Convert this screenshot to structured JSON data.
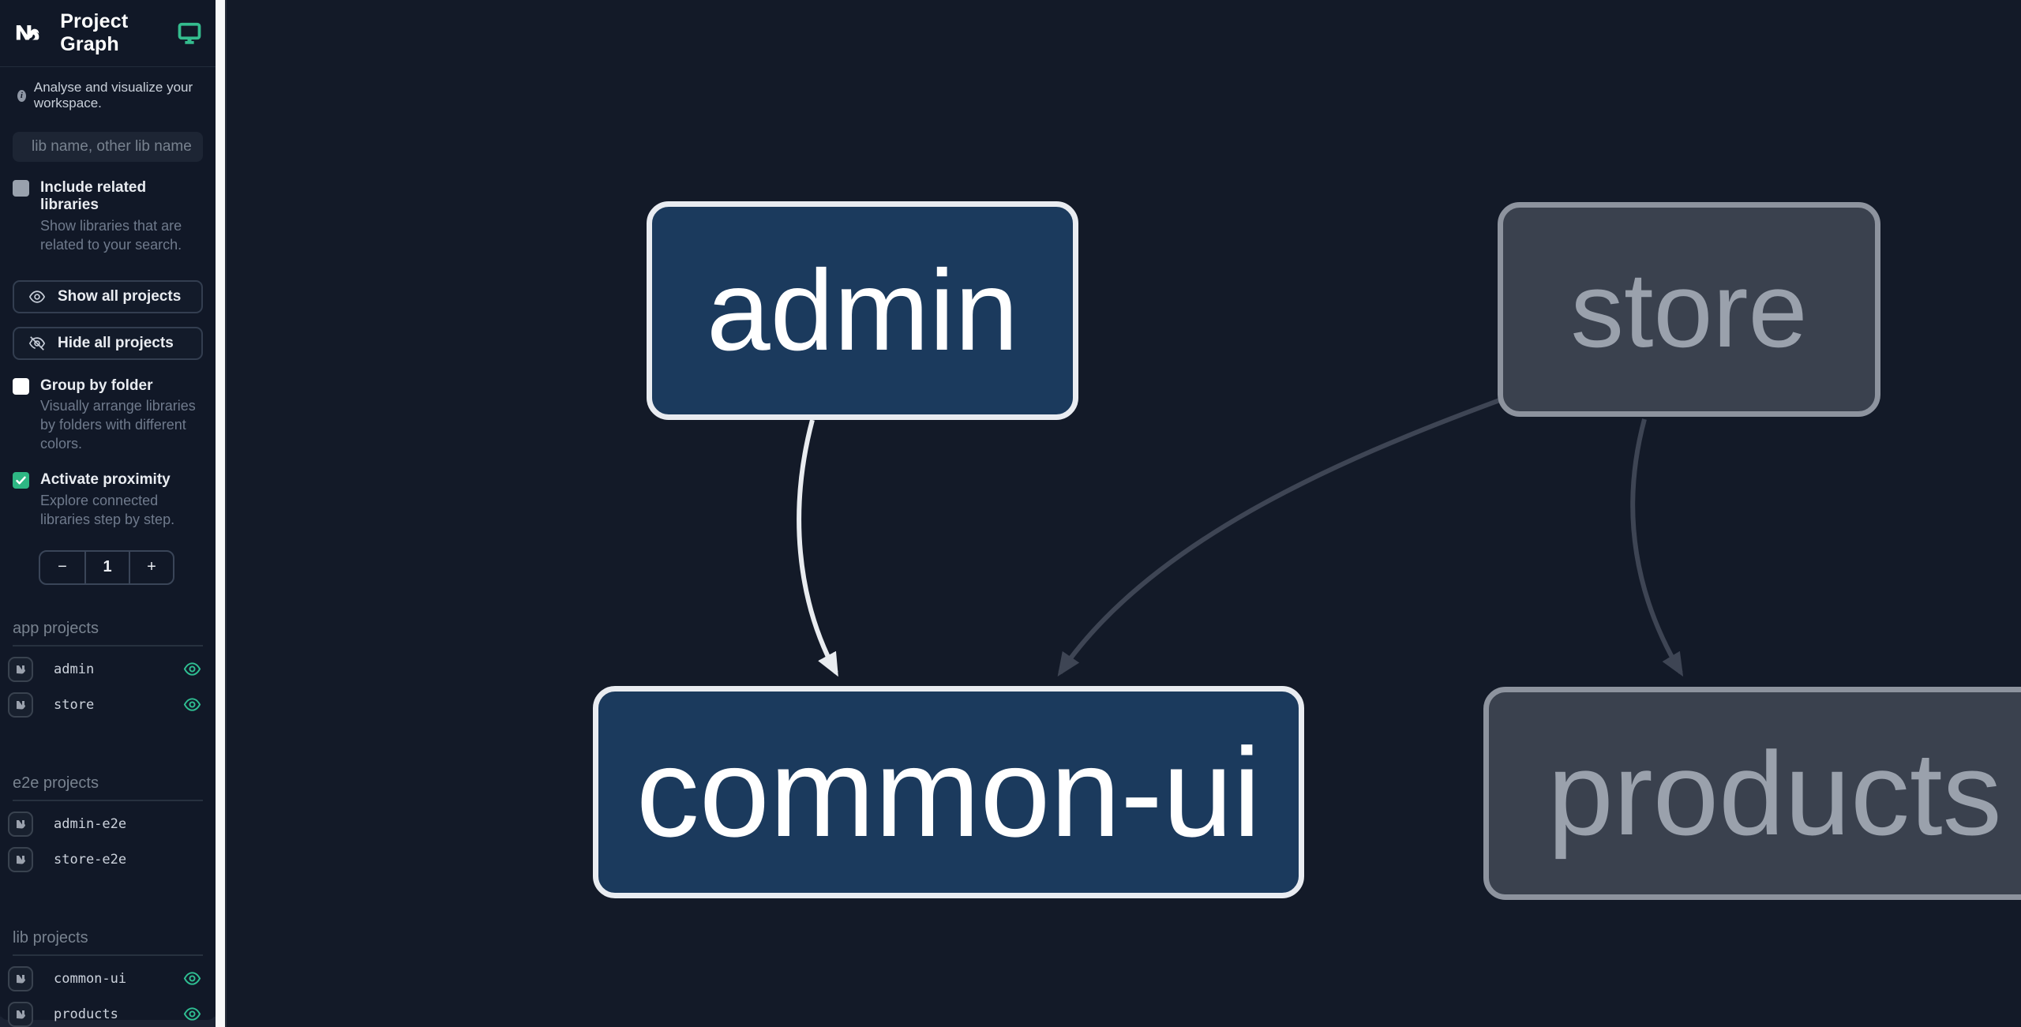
{
  "app": {
    "title": "Project Graph"
  },
  "sidebar": {
    "tagline": "Analyse and visualize your workspace.",
    "search": {
      "placeholder": "lib name, other lib name",
      "value": ""
    },
    "options": {
      "include_related": {
        "label": "Include related libraries",
        "desc": "Show libraries that are related to your search.",
        "checked": false
      },
      "group_by_folder": {
        "label": "Group by folder",
        "desc": "Visually arrange libraries by folders with different colors.",
        "checked": false
      },
      "activate_proximity": {
        "label": "Activate proximity",
        "desc": "Explore connected libraries step by step.",
        "checked": true
      }
    },
    "actions": {
      "show_all": "Show all projects",
      "hide_all": "Hide all projects"
    },
    "stepper": {
      "minus": "−",
      "value": "1",
      "plus": "+"
    },
    "sections": [
      {
        "label": "app projects",
        "items": [
          {
            "name": "admin",
            "visible": true
          },
          {
            "name": "store",
            "visible": true
          }
        ]
      },
      {
        "label": "e2e projects",
        "items": [
          {
            "name": "admin-e2e"
          },
          {
            "name": "store-e2e"
          }
        ]
      },
      {
        "label": "lib projects",
        "items": [
          {
            "name": "common-ui",
            "visible": true
          },
          {
            "name": "products",
            "visible": true
          }
        ]
      }
    ]
  },
  "graph": {
    "nodes": [
      {
        "id": "admin",
        "label": "admin",
        "state": "focused"
      },
      {
        "id": "store",
        "label": "store",
        "state": "dimmed"
      },
      {
        "id": "common-ui",
        "label": "common-ui",
        "state": "focused"
      },
      {
        "id": "products",
        "label": "products",
        "state": "dimmed"
      }
    ],
    "edges": [
      {
        "source": "admin",
        "target": "common-ui",
        "state": "highlighted"
      },
      {
        "source": "store",
        "target": "common-ui",
        "state": "dimmed"
      },
      {
        "source": "store",
        "target": "products",
        "state": "dimmed"
      }
    ]
  },
  "colors": {
    "accent_green": "#2fb984",
    "eye_green": "#2fbe92",
    "node_focused_bg": "#1b3a5d",
    "node_focused_border": "#e9ecf1",
    "node_dim_bg": "#3a414e",
    "node_dim_border": "#8d939e",
    "edge_light": "#e9ecf0",
    "edge_dark": "#3e4554",
    "sidebar_bg": "#111827",
    "canvas_bg": "#131a28"
  },
  "fab": {
    "action": "download-graph-image"
  }
}
